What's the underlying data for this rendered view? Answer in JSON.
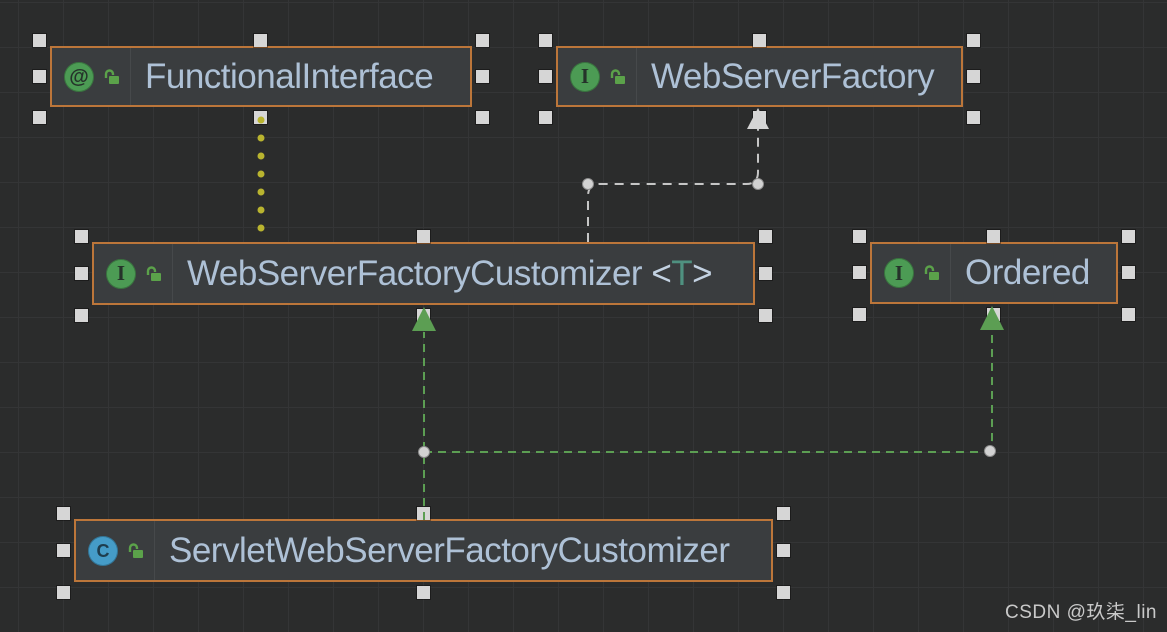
{
  "diagram": {
    "tool": "uml-class-diagram",
    "watermark": "CSDN @玖柒_lin",
    "nodes": [
      {
        "id": "functional-interface",
        "kind": "annotation",
        "kind_glyph": "@",
        "visibility": "public-unlocked",
        "label": "FunctionalInterface",
        "selected": true
      },
      {
        "id": "web-server-factory",
        "kind": "interface",
        "kind_glyph": "I",
        "visibility": "public-unlocked",
        "label": "WebServerFactory",
        "selected": true
      },
      {
        "id": "web-server-factory-customizer",
        "kind": "interface",
        "kind_glyph": "I",
        "visibility": "public-unlocked",
        "label": "WebServerFactoryCustomizer",
        "generic_open": " <",
        "type_param": "T",
        "generic_close": ">",
        "selected": true
      },
      {
        "id": "ordered",
        "kind": "interface",
        "kind_glyph": "I",
        "visibility": "public-unlocked",
        "label": "Ordered",
        "selected": true
      },
      {
        "id": "servlet-web-server-factory-customizer",
        "kind": "class",
        "kind_glyph": "C",
        "visibility": "public-unlocked",
        "label": "ServletWebServerFactoryCustomizer",
        "selected": true
      }
    ],
    "edges": [
      {
        "type": "dependency",
        "style": "dashed",
        "color": "#c6c6c6",
        "from": "WebServerFactoryCustomizer",
        "to": "WebServerFactory",
        "arrow": "open-triangle-up"
      },
      {
        "type": "annotation",
        "style": "dotted",
        "color": "#b9b42f",
        "from": "FunctionalInterface",
        "to": "WebServerFactoryCustomizer",
        "arrow": "none"
      },
      {
        "type": "implements",
        "style": "dashed",
        "color": "#5c9e53",
        "from": "ServletWebServerFactoryCustomizer",
        "to": "WebServerFactoryCustomizer",
        "arrow": "triangle-up"
      },
      {
        "type": "implements",
        "style": "dashed",
        "color": "#5c9e53",
        "from": "ServletWebServerFactoryCustomizer",
        "to": "Ordered",
        "arrow": "triangle-up"
      }
    ],
    "theme": {
      "background": "#2b2c2c",
      "grid_line": "#343536",
      "node_fill": "#3a3d3f",
      "selection_border": "#bc763a",
      "node_text": "#aec1d6",
      "type_param": "#4f9180",
      "interface_icon_green": "#4c9b54",
      "class_icon_blue": "#459cc8",
      "lock_green": "#5ba24a",
      "realization_edge": "#5c9e53",
      "dependency_edge": "#c6c6c6",
      "annotation_edge_dots": "#b9b42f",
      "handle_fill": "#d6d6d6",
      "watermark_color": "#c9c9c9"
    }
  }
}
